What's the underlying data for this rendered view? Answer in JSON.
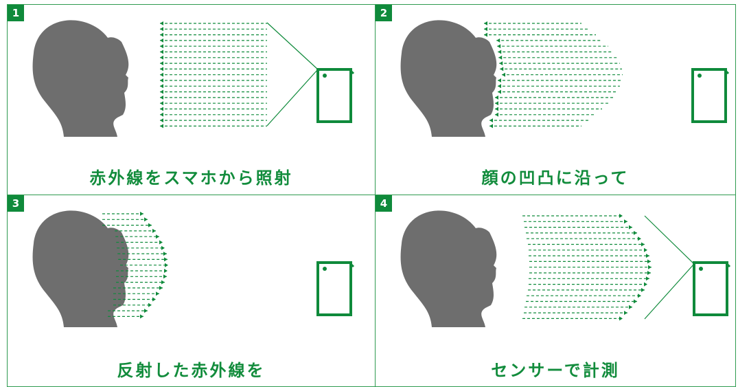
{
  "panels": [
    {
      "number": "1",
      "caption": "赤外線をスマホから照射"
    },
    {
      "number": "2",
      "caption": "顔の凹凸に沿って"
    },
    {
      "number": "3",
      "caption": "反射した赤外線を"
    },
    {
      "number": "4",
      "caption": "センサーで計測"
    }
  ],
  "colors": {
    "accent": "#0f8a3b",
    "caption": "#128c3c",
    "head": "#6e6e6e",
    "border": "#2e9a4f"
  },
  "icons": {
    "head": "head-silhouette-icon",
    "phone": "smartphone-icon"
  }
}
